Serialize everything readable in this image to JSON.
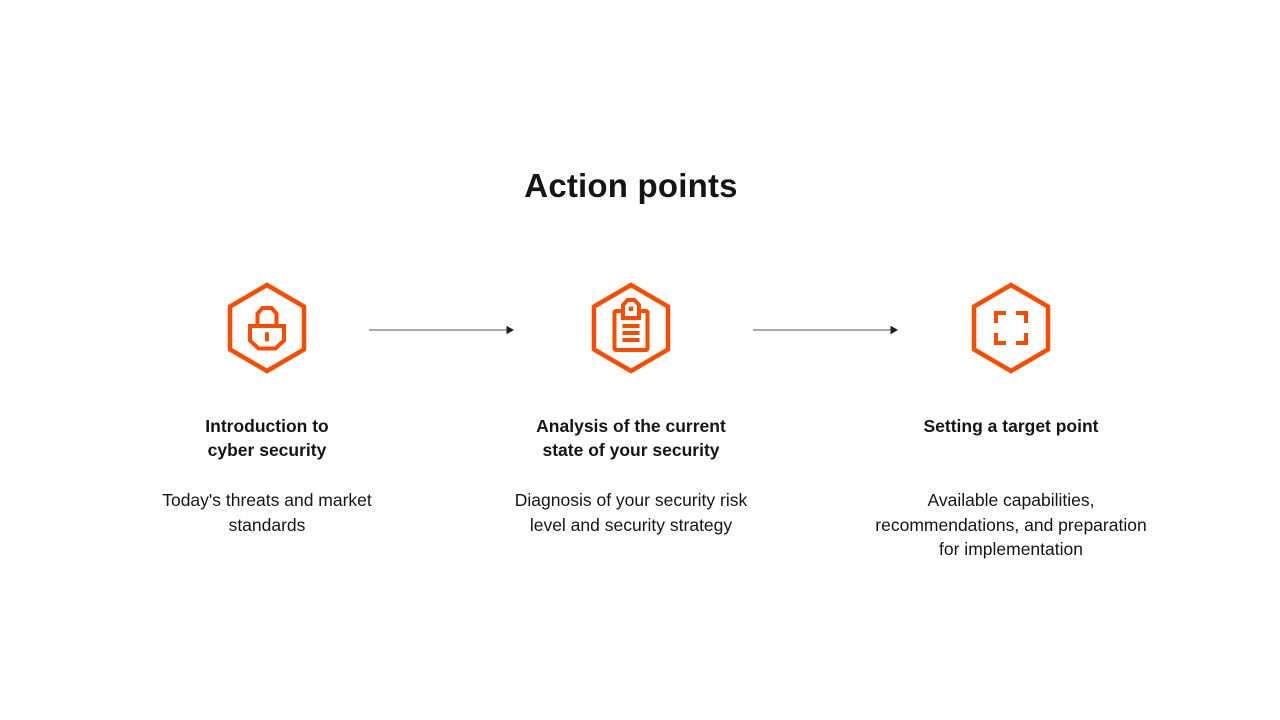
{
  "colors": {
    "accent": "#F94C00",
    "text": "#151515",
    "arrow_line": "#8E8E8E",
    "arrow_head": "#1F1F1F",
    "background": "#FFFFFF"
  },
  "title": "Action points",
  "steps": [
    {
      "icon": "lock-hexagon-icon",
      "heading": "Introduction to\ncyber security",
      "description": "Today's threats and market\nstandards"
    },
    {
      "icon": "clipboard-hexagon-icon",
      "heading": "Analysis of the current\nstate of your security",
      "description": "Diagnosis of your security risk\nlevel and security strategy"
    },
    {
      "icon": "target-hexagon-icon",
      "heading": "Setting a target point",
      "description": "Available capabilities,\nrecommendations, and preparation\nfor implementation"
    }
  ]
}
